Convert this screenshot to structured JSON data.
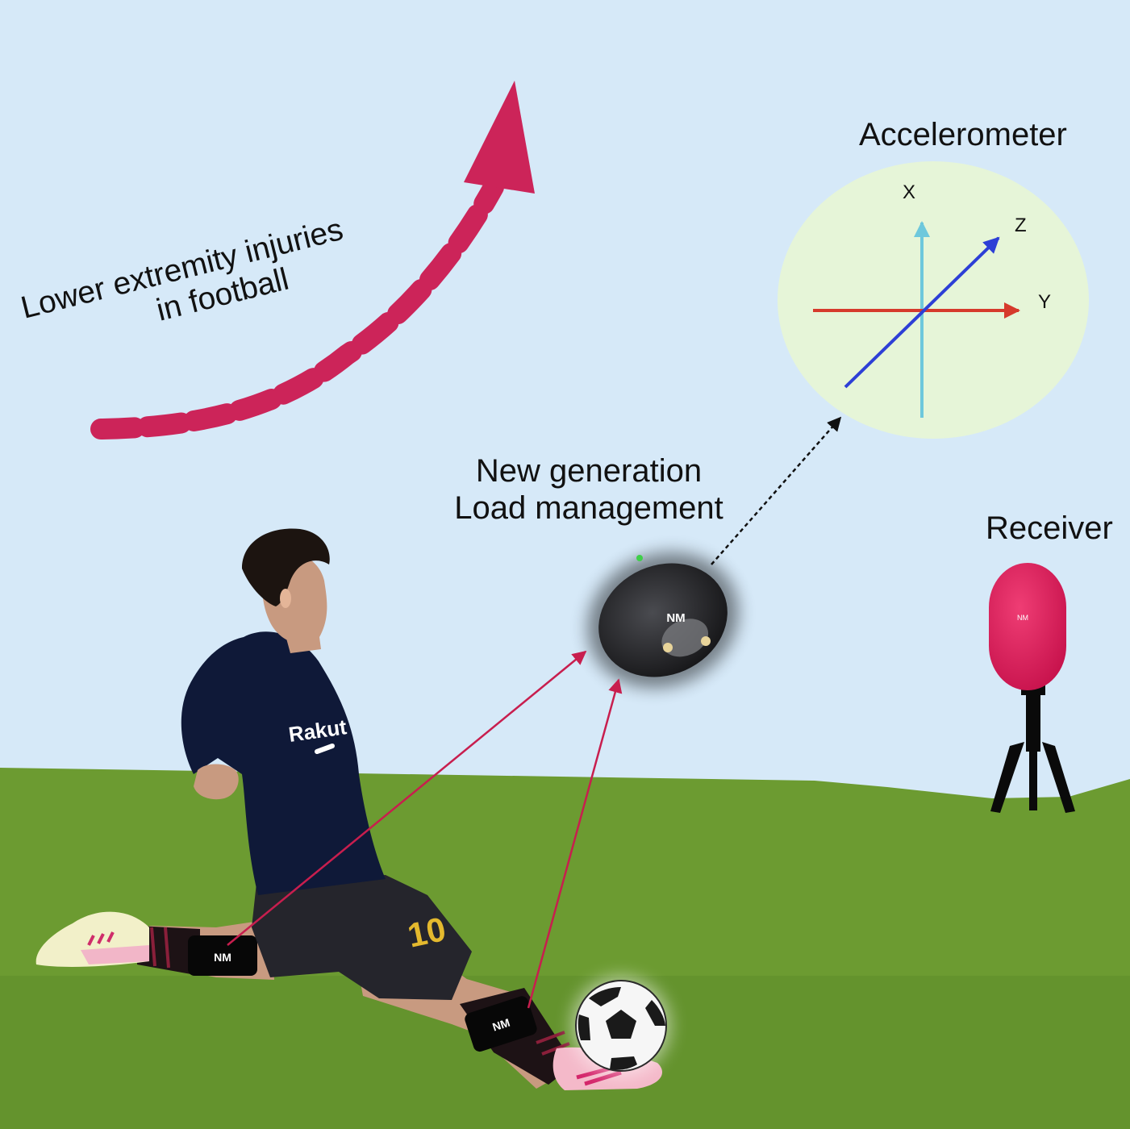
{
  "trend": {
    "line1": "Lower extremity injuries",
    "line2": "in football"
  },
  "sensor_label": {
    "line1": "New generation",
    "line2": "Load management"
  },
  "accelerometer": {
    "title": "Accelerometer",
    "axis_x": "X",
    "axis_y": "Y",
    "axis_z": "Z"
  },
  "receiver": {
    "title": "Receiver"
  },
  "jersey": {
    "sponsor": "Rakut",
    "number": "10"
  },
  "brand_mark": "NM",
  "colors": {
    "sky": "#d6e9f8",
    "grass": "#6b9a30",
    "trend_arrow": "#cc2459",
    "receiver": "#d8205a",
    "axis_x": "#6ec8dc",
    "axis_y": "#d63a2c",
    "axis_z": "#2d3fd6",
    "jersey": "#0e1836",
    "shorts": "#23232b"
  }
}
